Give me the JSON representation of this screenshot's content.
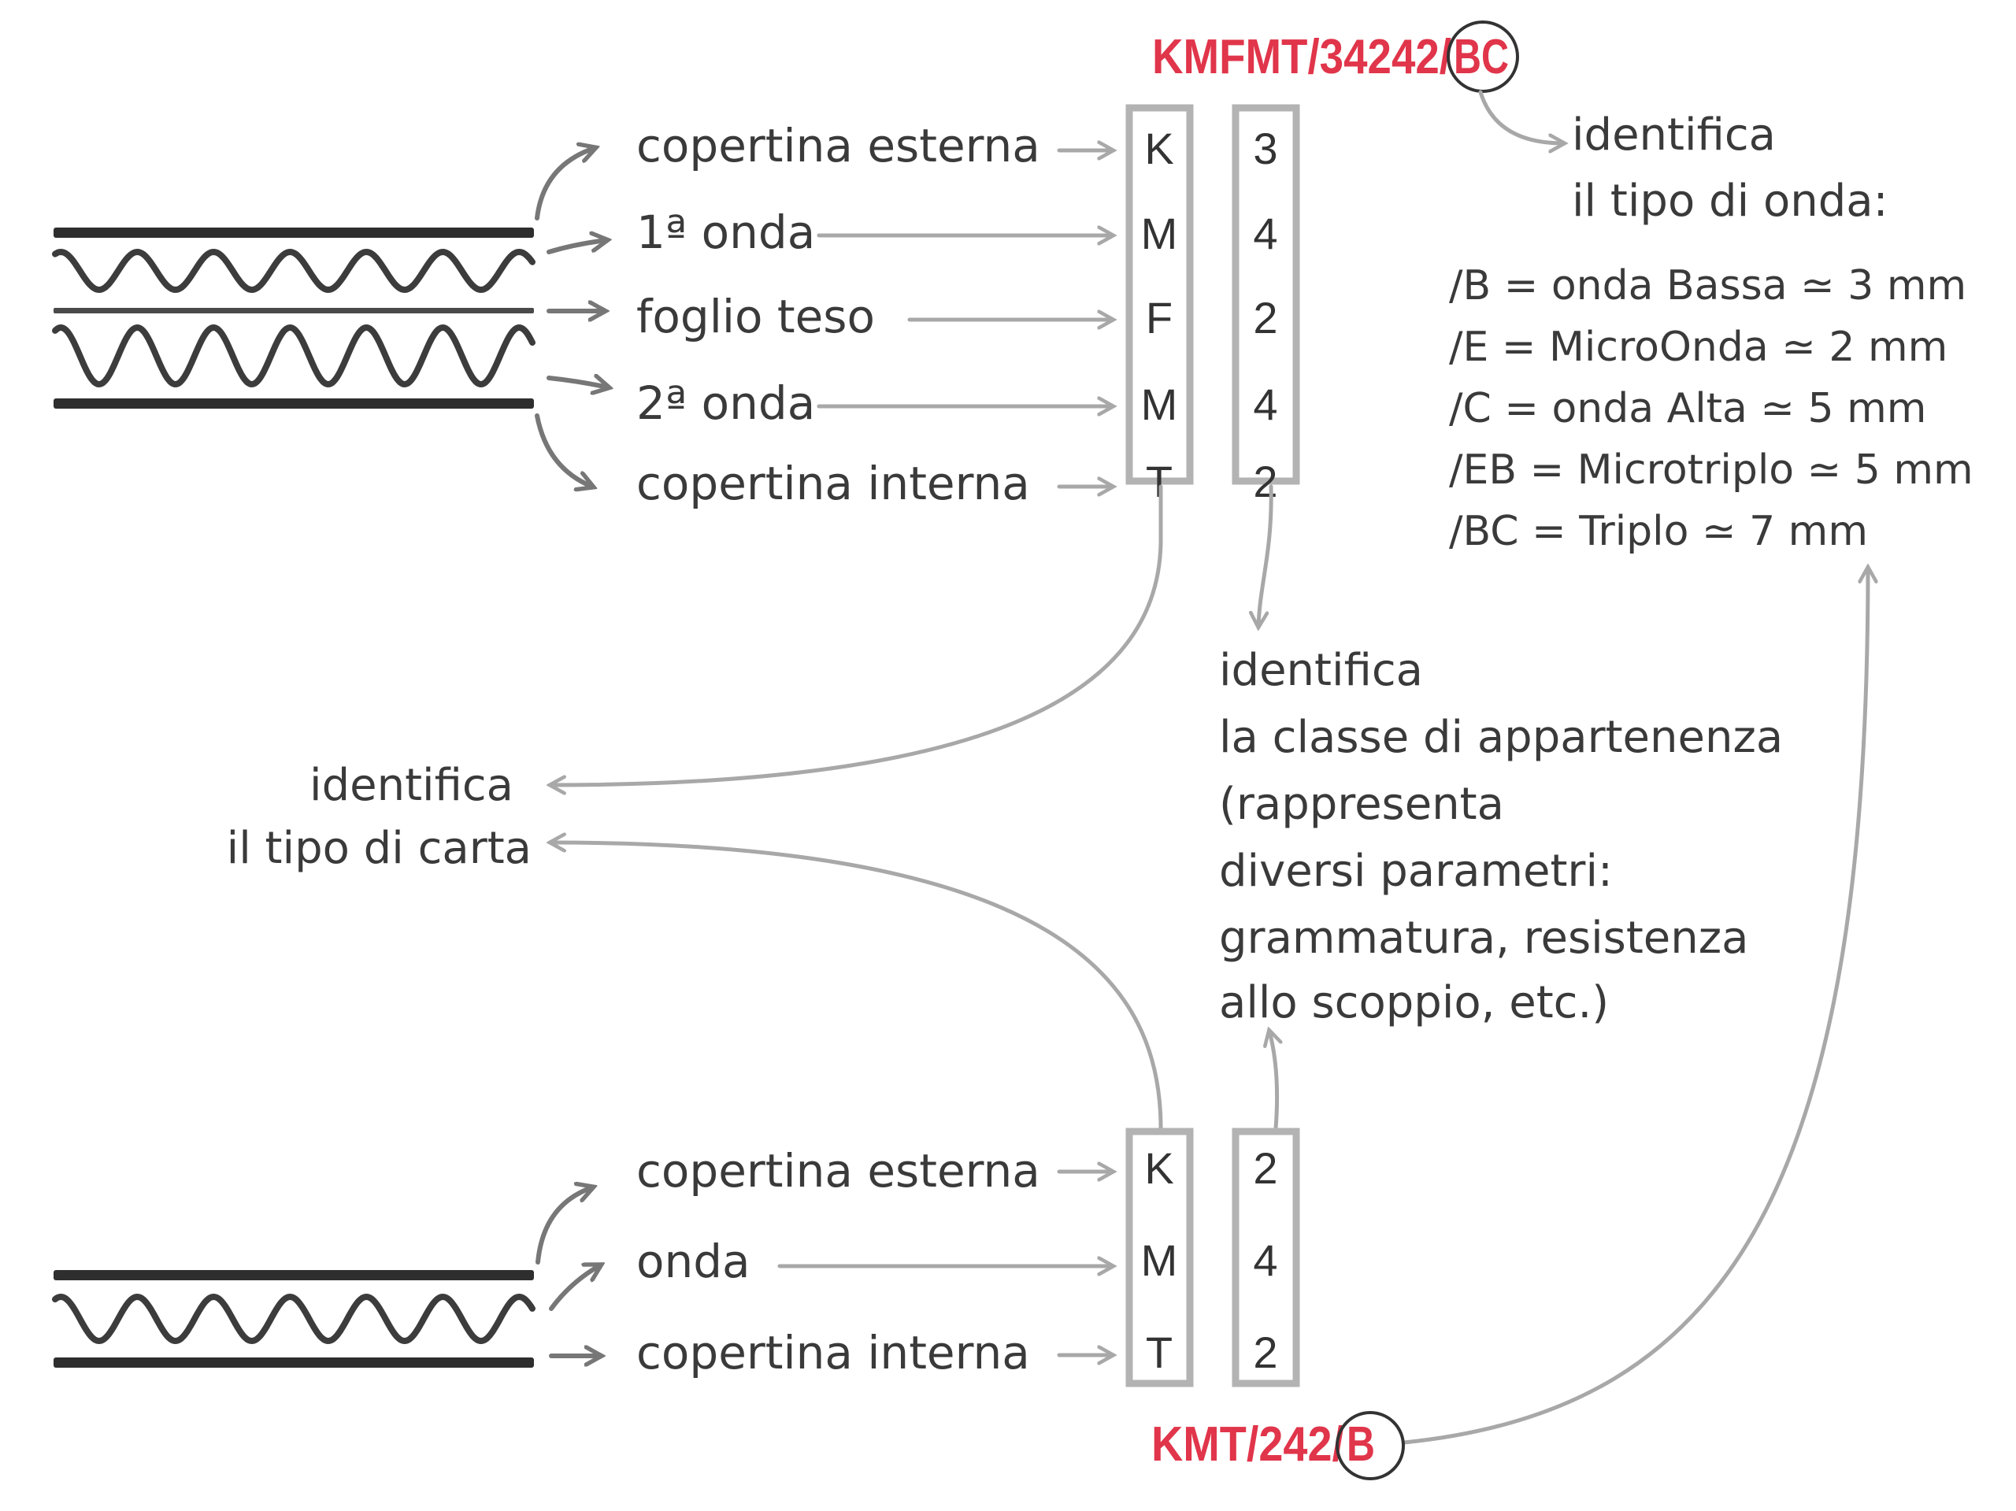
{
  "colors": {
    "code_red": "#e0354a",
    "ink": "#3a3a3a",
    "connector_gray": "#a8a8a8",
    "box_gray": "#b3b3b3"
  },
  "triple_wall": {
    "code_prefix": "KMFMT/34242/",
    "code_flute": "BC",
    "layers": [
      {
        "label": "copertina esterna",
        "letter": "K",
        "digit": "3"
      },
      {
        "label": "1ª onda",
        "letter": "M",
        "digit": "4"
      },
      {
        "label": "foglio teso",
        "letter": "F",
        "digit": "2"
      },
      {
        "label": "2ª onda",
        "letter": "M",
        "digit": "4"
      },
      {
        "label": "copertina interna",
        "letter": "T",
        "digit": "2"
      }
    ]
  },
  "single_wall": {
    "code_prefix": "KMT/242/",
    "code_flute": "B",
    "layers": [
      {
        "label": "copertina esterna",
        "letter": "K",
        "digit": "2"
      },
      {
        "label": "onda",
        "letter": "M",
        "digit": "4"
      },
      {
        "label": "copertina interna",
        "letter": "T",
        "digit": "2"
      }
    ]
  },
  "notes": {
    "paper_type": [
      "identifica",
      "il tipo di carta"
    ],
    "class": [
      "identifica",
      "la classe di appartenenza",
      "(rappresenta",
      "diversi parametri:",
      "grammatura, resistenza",
      "allo scoppio, etc.)"
    ],
    "flute_type_title": [
      "identifica",
      "il tipo di onda:"
    ],
    "flute_types": [
      "/B = onda Bassa ≃ 3 mm",
      "/E = MicroOnda ≃ 2 mm",
      "/C = onda Alta ≃ 5 mm",
      "/EB = Microtriplo ≃ 5 mm",
      "/BC = Triplo ≃ 7 mm"
    ]
  }
}
